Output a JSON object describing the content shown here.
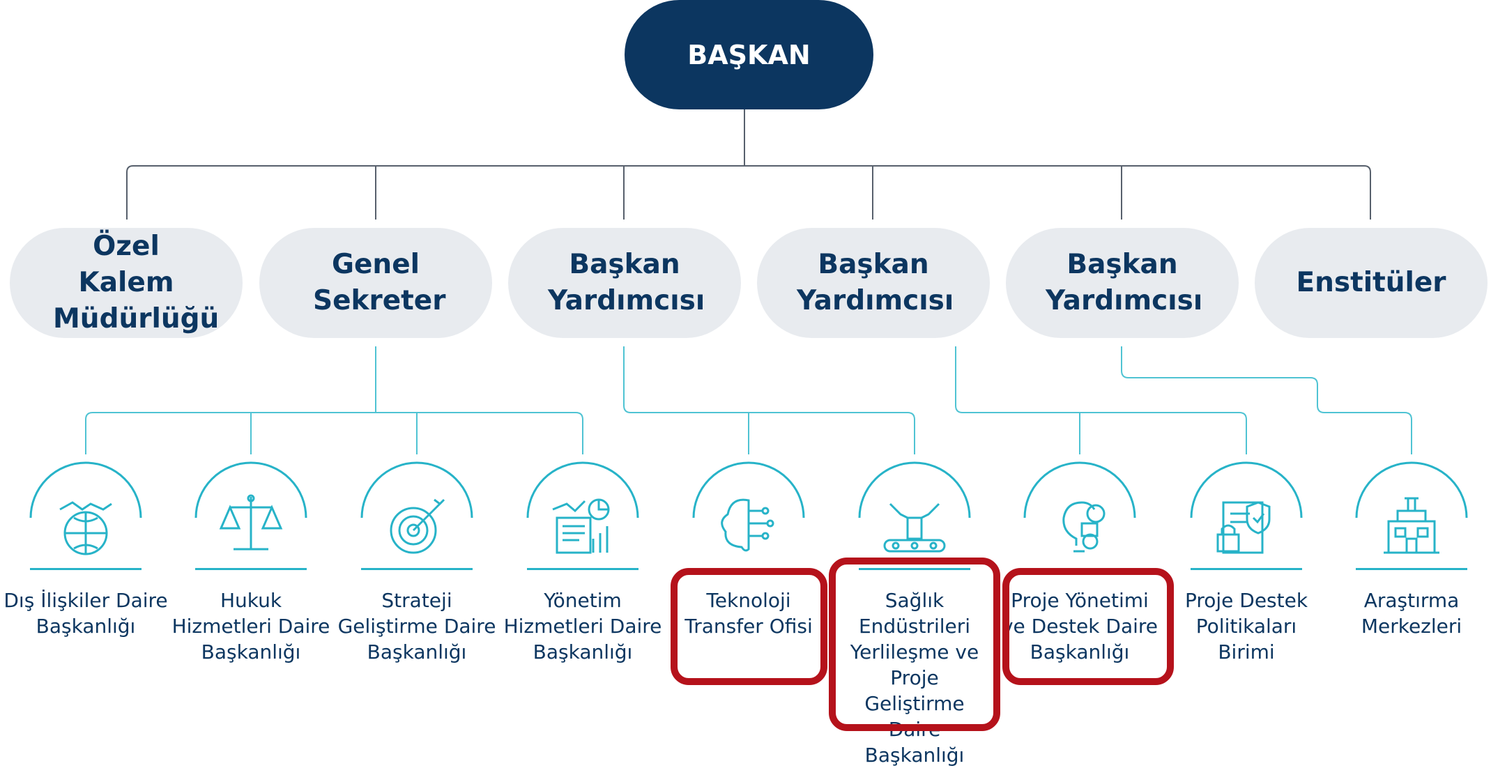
{
  "top": {
    "title": "BAŞKAN"
  },
  "level2": [
    {
      "label": "Özel Kalem Müdürlüğü"
    },
    {
      "label": "Genel Sekreter"
    },
    {
      "label": "Başkan Yardımcısı"
    },
    {
      "label": "Başkan Yardımcısı"
    },
    {
      "label": "Başkan Yardımcısı"
    },
    {
      "label": "Enstitüler"
    }
  ],
  "units": [
    {
      "label": "Dış İlişkiler Daire Başkanlığı",
      "icon": "handshake-globe-icon",
      "highlighted": false
    },
    {
      "label": "Hukuk Hizmetleri Daire Başkanlığı",
      "icon": "scales-icon",
      "highlighted": false
    },
    {
      "label": "Strateji Geliştirme Daire Başkanlığı",
      "icon": "target-icon",
      "highlighted": false
    },
    {
      "label": "Yönetim Hizmetleri Daire Başkanlığı",
      "icon": "report-chart-icon",
      "highlighted": false
    },
    {
      "label": "Teknoloji Transfer Ofisi",
      "icon": "brain-circuit-icon",
      "highlighted": true
    },
    {
      "label": "Sağlık Endüstrileri Yerlileşme ve Proje Geliştirme Daire Başkanlığı",
      "icon": "production-line-icon",
      "highlighted": true
    },
    {
      "label": "Proje Yönetimi ve Destek Daire Başkanlığı",
      "icon": "idea-gears-icon",
      "highlighted": true
    },
    {
      "label": "Proje Destek Politikaları Birimi",
      "icon": "secure-document-icon",
      "highlighted": false
    },
    {
      "label": "Araştırma Merkezleri",
      "icon": "research-building-icon",
      "highlighted": false
    }
  ],
  "colors": {
    "navy": "#0c3660",
    "pill": "#e8ebef",
    "teal": "#27b3c8",
    "highlight": "#b5121b"
  }
}
